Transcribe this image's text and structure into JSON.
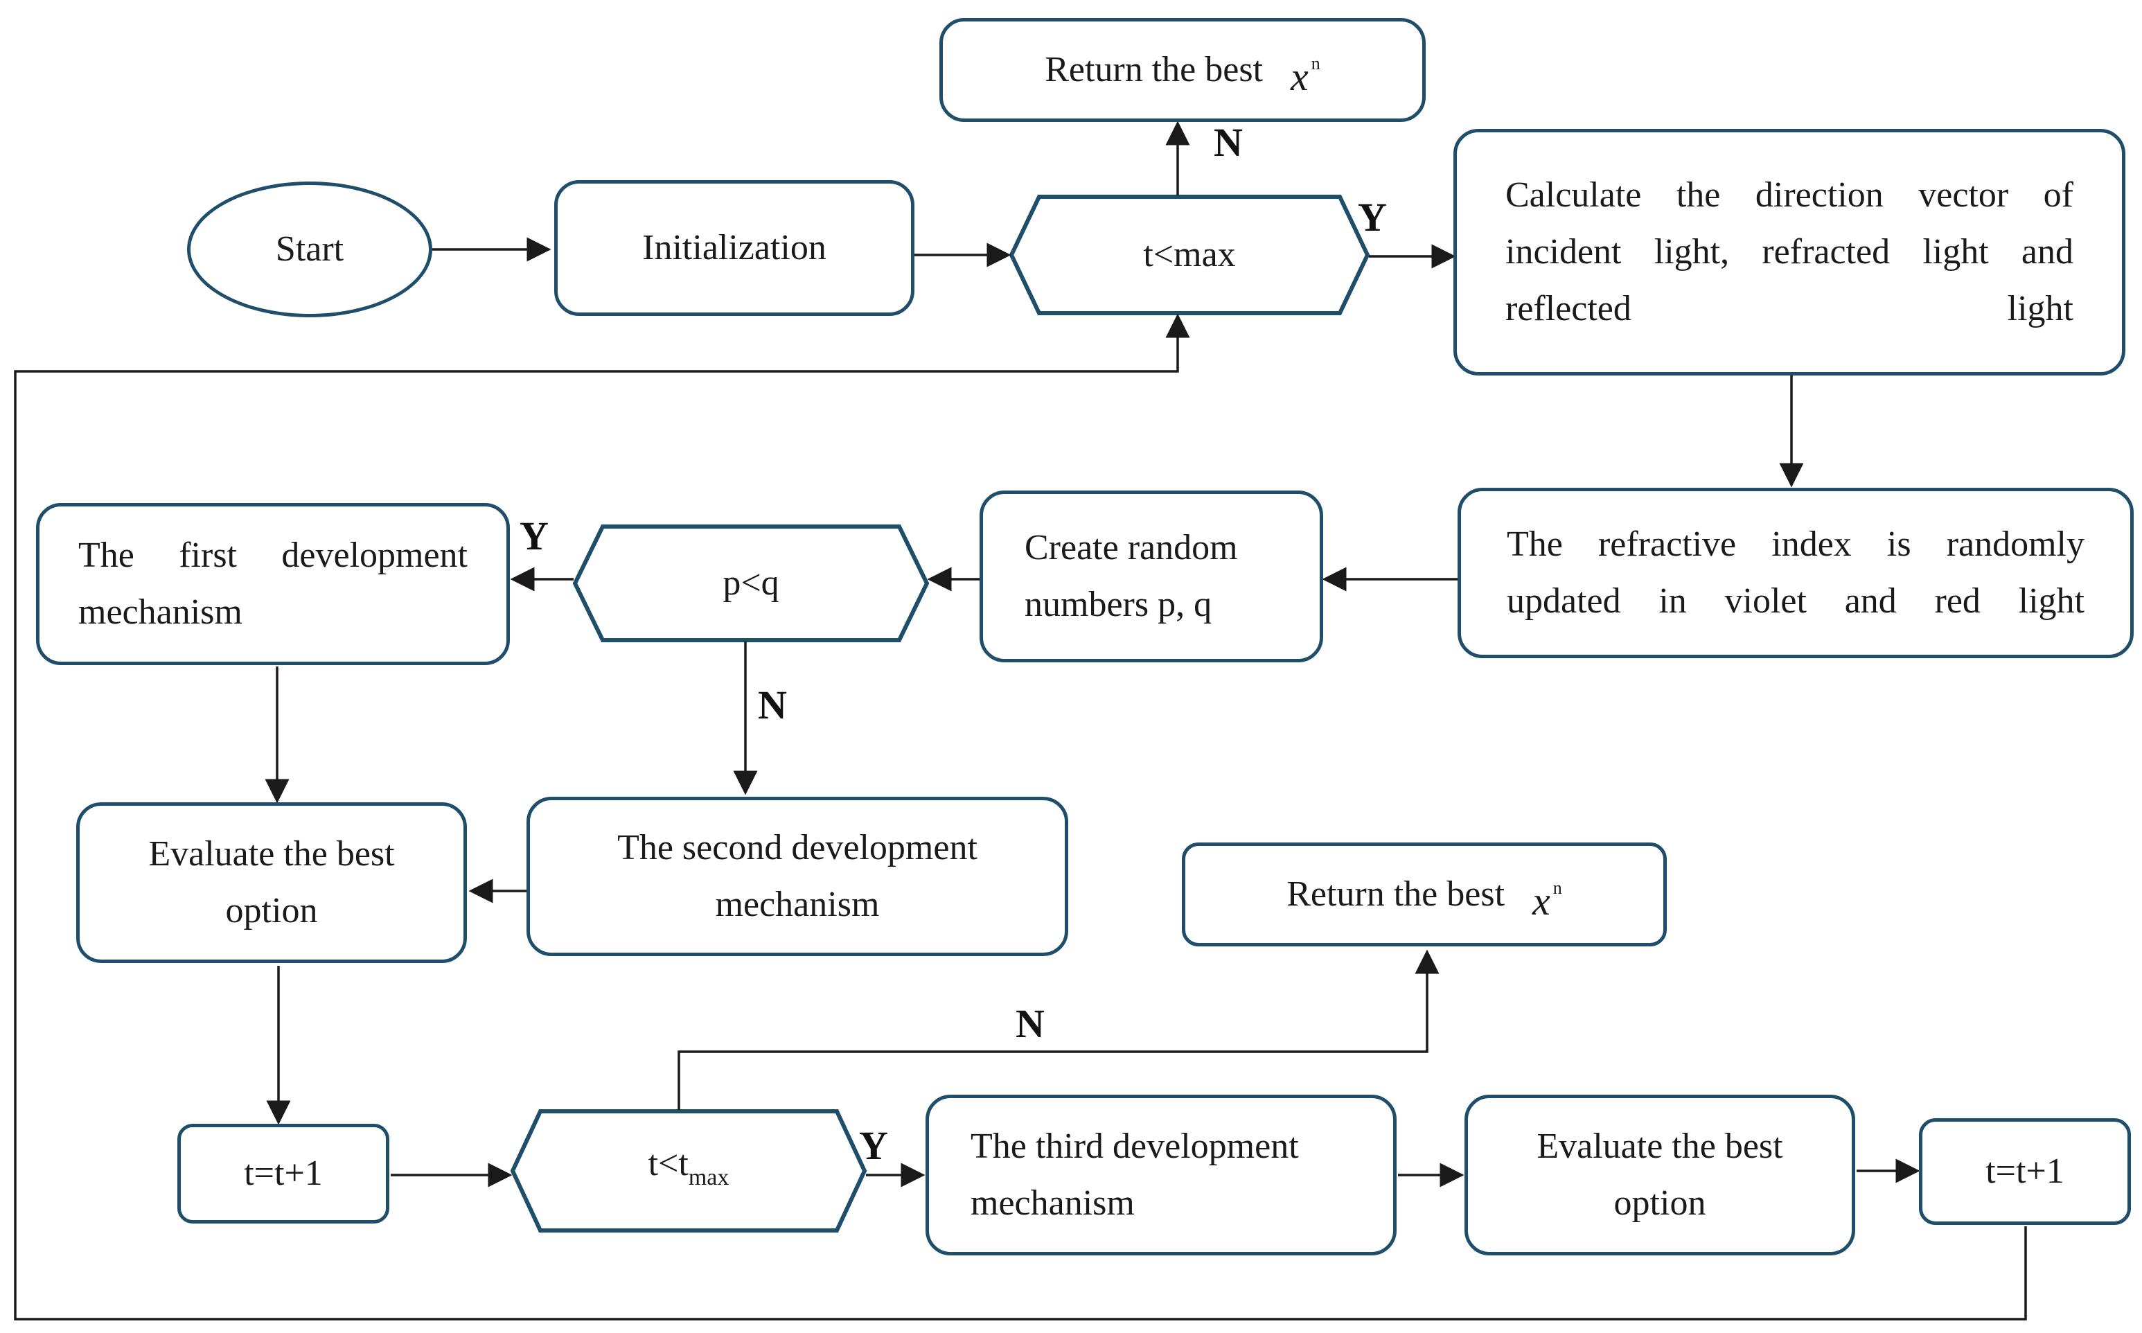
{
  "nodes": {
    "start": "Start",
    "initialization": "Initialization",
    "cond_t_max": "t<max",
    "return_best_top": {
      "text": "Return the best",
      "var": "x",
      "sup": "n"
    },
    "calc_direction": "Calculate the direction vector of incident light, refracted light and reflected light",
    "refractive_index": "The refractive index is randomly updated in violet and red light",
    "create_random": "Create random numbers p, q",
    "cond_p_q": "p<q",
    "first_mechanism": "The first development mechanism",
    "second_mechanism": "The second development mechanism",
    "evaluate_best_left": "Evaluate the best option",
    "increment_left": "t=t+1",
    "cond_t_tmax": {
      "base": "t<t",
      "sub": "max"
    },
    "third_mechanism": "The third development mechanism",
    "evaluate_best_right": "Evaluate the best option",
    "increment_right": "t=t+1",
    "return_best_bottom": {
      "text": "Return the best",
      "var": "x",
      "sup": "n"
    }
  },
  "labels": {
    "no_top": "N",
    "yes_top": "Y",
    "yes_pq": "Y",
    "no_pq": "N",
    "no_bottom": "N",
    "yes_bottom": "Y"
  },
  "colors": {
    "border": "#1f4e6b",
    "connector": "#1a1a1a",
    "background": "#ffffff"
  }
}
